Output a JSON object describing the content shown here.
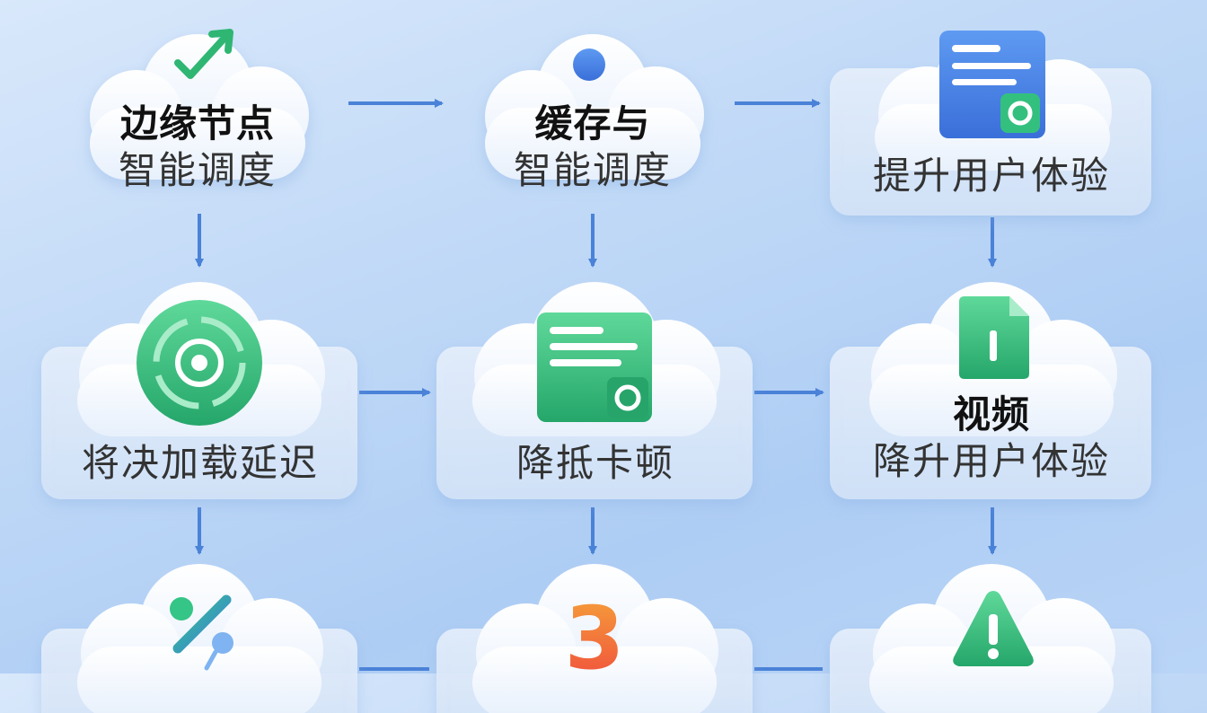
{
  "nodes": [
    {
      "id": "n1",
      "title": "边缘节点",
      "subtitle": "智能调度",
      "icon": "check-arrow-icon"
    },
    {
      "id": "n2",
      "title": "缓存与",
      "subtitle": "智能调度",
      "icon": "blue-dot-icon"
    },
    {
      "id": "n3",
      "title": "",
      "subtitle": "提升用户体验",
      "icon": "document-card-icon"
    },
    {
      "id": "n4",
      "title": "",
      "subtitle": "将决加载延迟",
      "icon": "target-icon"
    },
    {
      "id": "n5",
      "title": "",
      "subtitle": "降抵卡顿",
      "icon": "document-card-icon"
    },
    {
      "id": "n6",
      "title": "视频",
      "subtitle": "降升用户体验",
      "icon": "file-icon"
    },
    {
      "id": "n7",
      "title": "",
      "subtitle": "",
      "icon": "percent-icon"
    },
    {
      "id": "n8",
      "title": "",
      "subtitle": "",
      "icon": "number-icon",
      "icon_text": "3"
    },
    {
      "id": "n9",
      "title": "",
      "subtitle": "",
      "icon": "warning-icon"
    }
  ],
  "edges": [
    {
      "from": "n1",
      "to": "n2"
    },
    {
      "from": "n2",
      "to": "n3"
    },
    {
      "from": "n1",
      "to": "n4"
    },
    {
      "from": "n2",
      "to": "n5"
    },
    {
      "from": "n3",
      "to": "n6"
    },
    {
      "from": "n4",
      "to": "n5"
    },
    {
      "from": "n5",
      "to": "n6"
    },
    {
      "from": "n4",
      "to": "n7"
    },
    {
      "from": "n5",
      "to": "n8"
    },
    {
      "from": "n6",
      "to": "n9"
    },
    {
      "from": "n7",
      "to": "n8"
    },
    {
      "from": "n8",
      "to": "n9"
    }
  ],
  "colors": {
    "arrow": "#4a82d8",
    "green": "#34c07e",
    "blue": "#4a84e8",
    "orange": "#f07a2e",
    "red": "#e8443a"
  }
}
